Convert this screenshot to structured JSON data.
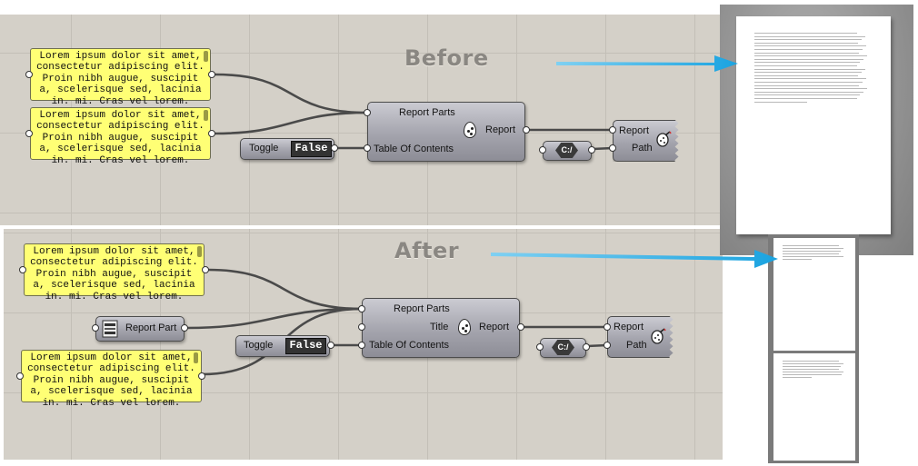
{
  "before": {
    "title": "Before",
    "panel_text": "Lorem ipsum dolor sit amet,\nconsectetur adipiscing elit.\nProin nibh augue, suscipit\na, scelerisque sed, lacinia\nin. mi. Cras vel lorem.",
    "report_component": {
      "inputs": [
        "Report Parts",
        "Table Of Contents"
      ],
      "output": "Report"
    },
    "toggle": {
      "label": "Toggle",
      "value": "False"
    },
    "path_param": "C:/",
    "writer_component": {
      "inputs": [
        "Report",
        "Path"
      ]
    }
  },
  "after": {
    "title": "After",
    "panel_text": "Lorem ipsum dolor sit amet,\nconsectetur adipiscing elit.\nProin nibh augue, suscipit\na, scelerisque sed, lacinia\nin. mi. Cras vel lorem.",
    "report_part_label": "Report Part",
    "report_component": {
      "inputs": [
        "Report Parts",
        "Title",
        "Table Of Contents"
      ],
      "output": "Report"
    },
    "toggle": {
      "label": "Toggle",
      "value": "False"
    },
    "path_param": "C:/",
    "writer_component": {
      "inputs": [
        "Report",
        "Path"
      ]
    }
  },
  "colors": {
    "arrow": "#1aa3e0",
    "panel": "#ffff75",
    "canvas": "#d4d0c8"
  },
  "icons": [
    "egg-icon",
    "pdf-writer-icon",
    "arrow-icon",
    "report-part-icon"
  ]
}
